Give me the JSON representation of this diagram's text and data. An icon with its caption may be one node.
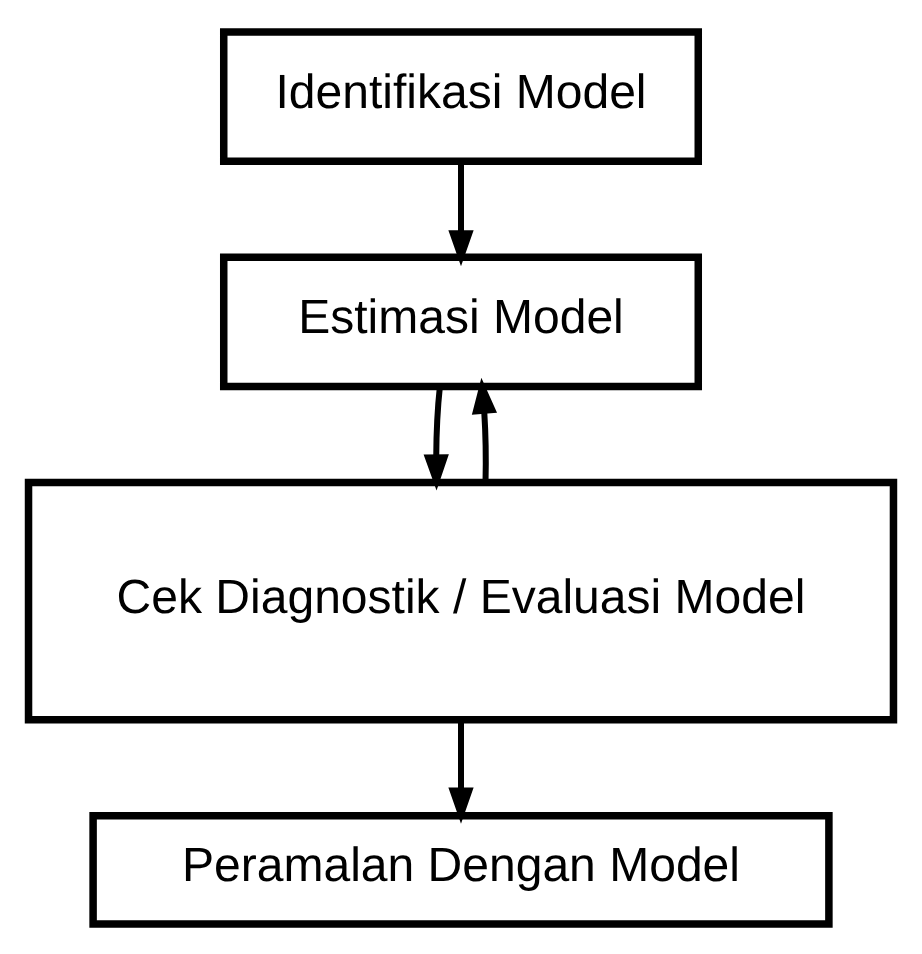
{
  "diagram": {
    "nodes": [
      {
        "text": [
          "Identifikasi Model"
        ]
      },
      {
        "text": [
          "Estimasi Model"
        ]
      },
      {
        "text": [
          "Cek Diagnostik / Evaluasi Model"
        ]
      },
      {
        "text": [
          "Peramalan Dengan Model"
        ]
      }
    ],
    "edges": [
      {
        "from": 0,
        "to": 1,
        "arrow": "to"
      },
      {
        "from": 2,
        "to": 1,
        "arrow": "to"
      },
      {
        "from": 1,
        "to": 2,
        "arrow": "to"
      },
      {
        "from": 2,
        "to": 3,
        "arrow": "to"
      }
    ]
  }
}
